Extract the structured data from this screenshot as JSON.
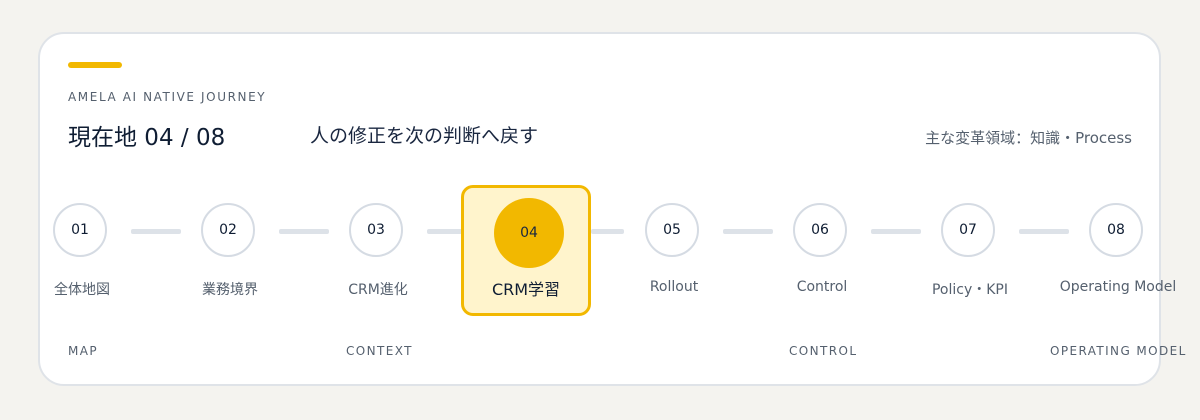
{
  "header": {
    "eyebrow": "AMELA AI NATIVE JOURNEY",
    "location": "現在地  04 / 08",
    "headline": "人の修正を次の判断へ戻す",
    "area": "主な変革領域：知識・Process"
  },
  "steps": [
    {
      "number": "01",
      "label": "全体地図"
    },
    {
      "number": "02",
      "label": "業務境界"
    },
    {
      "number": "03",
      "label": "CRM進化"
    },
    {
      "number": "04",
      "label": "CRM学習",
      "active": true
    },
    {
      "number": "05",
      "label": "Rollout"
    },
    {
      "number": "06",
      "label": "Control"
    },
    {
      "number": "07",
      "label": "Policy・KPI"
    },
    {
      "number": "08",
      "label": "Operating Model"
    }
  ],
  "phases": [
    "MAP",
    "CONTEXT",
    "CONTROL",
    "OPERATING MODEL"
  ],
  "colors": {
    "accent": "#f2b800",
    "active_fill": "#fff4cc",
    "text_dark": "#0f1d33",
    "text_muted": "#55606e",
    "line": "#dde2e8"
  }
}
